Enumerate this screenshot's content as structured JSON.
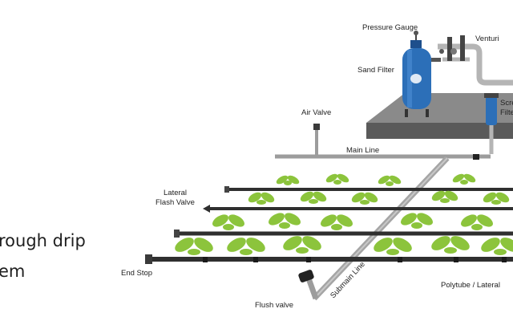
{
  "intro_text": {
    "line1": "rough drip",
    "line2": "em"
  },
  "labels": {
    "pressure_gauge": "Pressure Gauge",
    "venturi": "Venturi",
    "sand_filter": "Sand Filter",
    "screen_filter_line1": "Scre",
    "screen_filter_line2": "Filte",
    "air_valve": "Air Valve",
    "main_line": "Main Line",
    "lateral_flash_valve_line1": "Lateral",
    "lateral_flash_valve_line2": "Flash Valve",
    "end_stop": "End Stop",
    "flush_valve": "Flush valve",
    "submain_line": "Submain Line",
    "polytube_lateral": "Polytube / Lateral"
  },
  "colors": {
    "pipe_dark": "#2f2f2f",
    "pipe_gray": "#9c9c9c",
    "plant_green": "#8cc43c",
    "tank_blue": "#2c6fb8",
    "platform": "#6e6e6e"
  }
}
